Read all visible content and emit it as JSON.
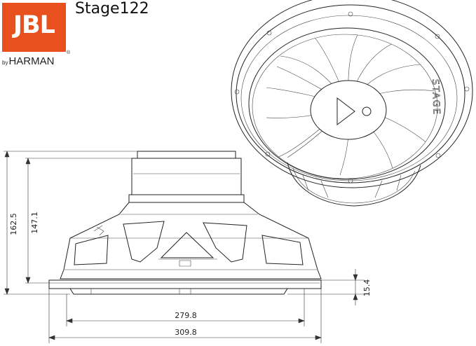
{
  "brand": {
    "logo_text": "JBL",
    "byline_prefix": "by",
    "byline_name": "HARMAN",
    "registered_mark": "®",
    "logo_color": "#e8501e"
  },
  "product": {
    "model": "Stage122"
  },
  "drawing": {
    "cone_label": "STAGE",
    "dimensions": {
      "overall_height": "162.5",
      "basket_height": "147.1",
      "flange_thickness": "15.4",
      "cutout_diameter": "279.8",
      "outer_diameter": "309.8"
    }
  }
}
